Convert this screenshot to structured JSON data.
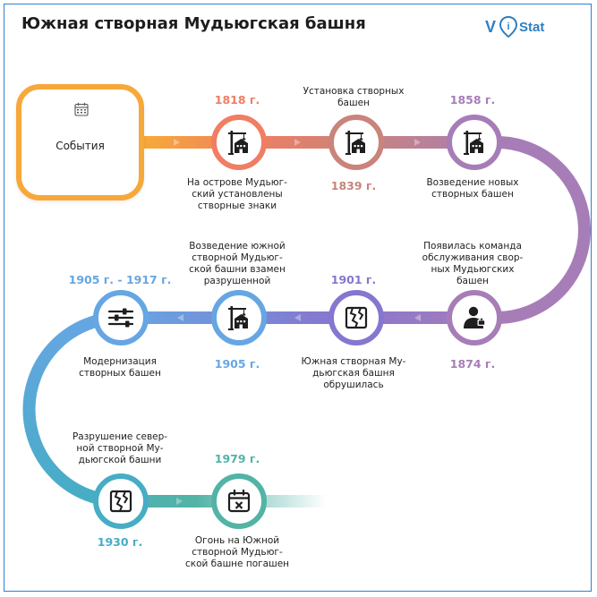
{
  "title": "Южная створная Мудьюгская башня",
  "logo": {
    "part1": "V",
    "part2": "i",
    "part3": "Stat"
  },
  "start": {
    "label": "События",
    "icon": "calendar-icon"
  },
  "colors": {
    "orange": "#f7a83a",
    "salmon": "#ef7e63",
    "brown": "#c9847c",
    "purple": "#a77db8",
    "violet": "#8676cf",
    "blue": "#66a6e3",
    "teal": "#46adc5",
    "green": "#52b3a6"
  },
  "nodes": [
    {
      "id": "n1818",
      "year": "1818 г.",
      "text": "На острове Мудьюг-\nский установлены\nстворные знаки",
      "icon": "crane-building-icon",
      "color": "#ef7e63"
    },
    {
      "id": "n1839",
      "year": "1839 г.",
      "text": "Установка створных\nбашен",
      "icon": "crane-building-icon",
      "color": "#c9847c"
    },
    {
      "id": "n1858",
      "year": "1858 г.",
      "text": "Возведение новых\nстворных башен",
      "icon": "crane-building-icon",
      "color": "#a77db8"
    },
    {
      "id": "n1874",
      "year": "1874 г.",
      "text": "Появилась команда\nобслуживания свор-\nных Мудьюгских\nбашен",
      "icon": "worker-icon",
      "color": "#a77db8"
    },
    {
      "id": "n1901",
      "year": "1901 г.",
      "text": "Южная створная Му-\nдьюгская башня\nобрушилась",
      "icon": "cracked-wall-icon",
      "color": "#8676cf"
    },
    {
      "id": "n1905",
      "year": "1905 г.",
      "text": "Возведение южной\nстворной Мудьюг-\nской башни взамен\nразрушенной",
      "icon": "crane-building-icon",
      "color": "#66a6e3"
    },
    {
      "id": "n1905_1917",
      "year": "1905 г. - 1917 г.",
      "text": "Модернизация\nстворных башен",
      "icon": "sliders-icon",
      "color": "#66a6e3"
    },
    {
      "id": "n1930",
      "year": "1930 г.",
      "text": "Разрушение север-\nной створной Му-\nдьюгской башни",
      "icon": "cracked-wall-icon",
      "color": "#46adc5"
    },
    {
      "id": "n1979",
      "year": "1979 г.",
      "text": "Огонь на Южной\nстворной Мудьюг-\nской башне погашен",
      "icon": "calendar-x-icon",
      "color": "#52b3a6"
    }
  ]
}
